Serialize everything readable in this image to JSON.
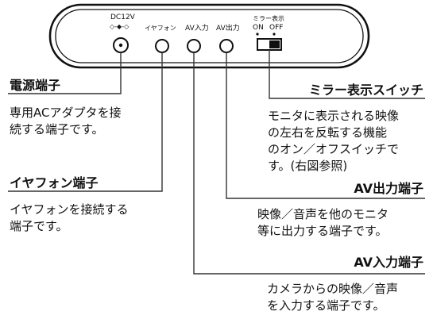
{
  "device": {
    "dc_label": "DC12V",
    "dc_polarity": "◇-◆-◇",
    "earphone_label": "イヤフォン",
    "av_in_label": "AV入力",
    "av_out_label": "AV出力",
    "mirror_label": "ミラー表示",
    "mirror_on": "ON",
    "mirror_off": "OFF"
  },
  "callouts": {
    "power": {
      "title": "電源端子",
      "desc": "専用ACアダプタを接\n続する端子です。"
    },
    "earphone": {
      "title": "イヤフォン端子",
      "desc": "イヤフォンを接続する\n端子です。"
    },
    "mirror": {
      "title": "ミラー表示スイッチ",
      "desc": "モニタに表示される映像\nの左右を反転する機能\nのオン／オフスイッチで\nす。(右図参照)"
    },
    "av_out": {
      "title": "AV出力端子",
      "desc": "映像／音声を他のモニタ\n等に出力する端子です。"
    },
    "av_in": {
      "title": "AV入力端子",
      "desc": "カメラからの映像／音声\nを入力する端子です。"
    }
  }
}
